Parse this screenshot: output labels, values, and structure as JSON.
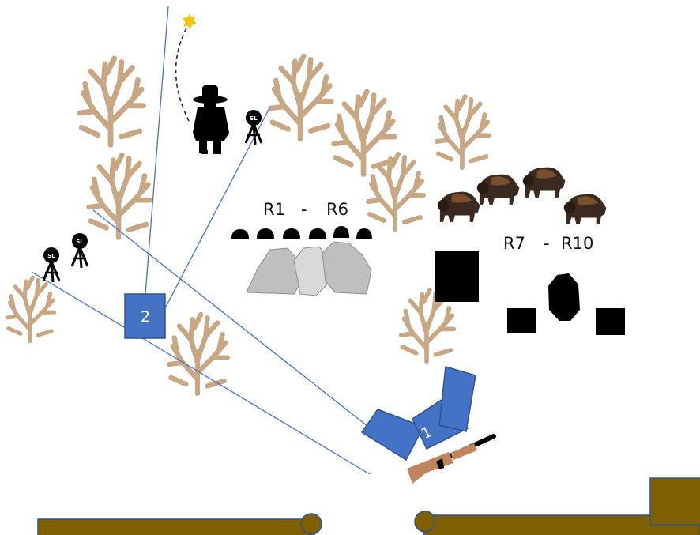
{
  "stage": {
    "rifle_label": "R1 - R6",
    "rifle_label_parts": {
      "first": "R1",
      "dash": "-",
      "last": "R6"
    },
    "bison_label_parts": {
      "first": "R7",
      "dash": "-",
      "last": "R10"
    },
    "position_1": "1",
    "position_2": "2",
    "steel_target_mark": "SL"
  },
  "colors": {
    "brush": "#c8a884",
    "position_box": "#4472c4",
    "position_box_border": "#2f528f",
    "sight_line": "#4472c4",
    "table_wood": "#7f6000",
    "table_border": "#2f528f",
    "rock_light": "#d9d9d9",
    "rock_mid": "#bfbfbf",
    "target_black": "#000000",
    "flyer": "#ffc000",
    "rifle_stock": "#c0855a",
    "bison_body": "#3a2a1f"
  },
  "icons": {
    "brush": "sagebrush-icon",
    "steel": "steel-plate-target-icon",
    "cowboy": "cowboy-target-icon",
    "bison": "bison-target-icon",
    "rifle": "shotgun-icon",
    "flyer": "aerial-flyer-icon"
  }
}
